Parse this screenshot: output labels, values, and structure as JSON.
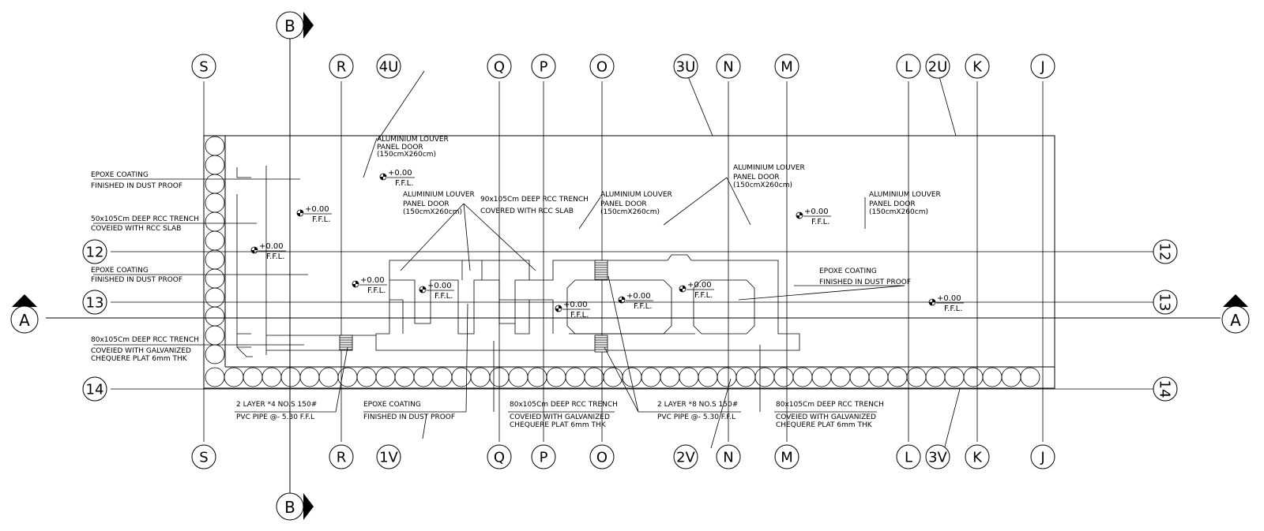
{
  "section_markers": {
    "vertical": "B",
    "horizontal": "A"
  },
  "grid_top": [
    "S",
    "R",
    "4U",
    "Q",
    "P",
    "O",
    "3U",
    "N",
    "M",
    "L",
    "2U",
    "K",
    "J"
  ],
  "grid_bottom": [
    "S",
    "R",
    "1V",
    "Q",
    "P",
    "O",
    "2V",
    "N",
    "M",
    "L",
    "3V",
    "K",
    "J"
  ],
  "grid_rows": [
    "12",
    "13",
    "14"
  ],
  "level_mark": {
    "value": "+0.00",
    "ref": "F.F.L."
  },
  "notes": {
    "epoxy_1a": "EPOXE COATING",
    "epoxy_1b": "FINISHED IN DUST PROOF",
    "trench_1a": "50x105Cm DEEP RCC TRENCH",
    "trench_1b": "COVEIED WITH RCC SLAB",
    "epoxy_2a": "EPOXE COATING",
    "epoxy_2b": "FINISHED IN DUST PROOF",
    "trench_2a": "80x105Cm DEEP RCC TRENCH",
    "trench_2b": "COVEIED WITH GALVANIZED",
    "trench_2c": "CHEQUERE PLAT 6mm THK",
    "louver_1a": "ALUMINIUM LOUVER",
    "louver_1b": "PANEL DOOR",
    "louver_1c": "(150cmX260cm)",
    "louver_2a": "ALUMINIUM LOUVER",
    "louver_2b": "PANEL DOOR",
    "louver_2c": "(150cmX260cm)",
    "trench_3a": "90x105Cm DEEP RCC TRENCH",
    "trench_3b": "COVERED WITH RCC SLAB",
    "louver_3a": "ALUMINIUM LOUVER",
    "louver_3b": "PANEL DOOR",
    "louver_3c": "(150cmX260cm)",
    "louver_4a": "ALUMINIUM LOUVER",
    "louver_4b": "PANEL DOOR",
    "louver_4c": "(150cmX260cm)",
    "louver_5a": "ALUMINIUM LOUVER",
    "louver_5b": "PANEL DOOR",
    "louver_5c": "(150cmX260cm)",
    "epoxy_3a": "EPOXE COATING",
    "epoxy_3b": "FINISHED IN DUST PROOF",
    "pipe_1a": "2 LAYER *4 NO.S 150#",
    "pipe_1b": "PVC PIPE @- 5.30 F.F.L",
    "epoxy_4a": "EPOXE COATING",
    "epoxy_4b": "FINISHED IN DUST PROOF",
    "trench_4a": "80x105Cm DEEP RCC TRENCH",
    "trench_4b": "COVEIED WITH GALVANIZED",
    "trench_4c": "CHEQUERE PLAT 6mm THK",
    "pipe_2a": "2 LAYER *8 NO.S 150#",
    "pipe_2b": "PVC PIPE @- 5.30 F.F.L",
    "trench_5a": "80x105Cm DEEP RCC TRENCH",
    "trench_5b": "COVEIED WITH GALVANIZED",
    "trench_5c": "CHEQUERE PLAT 6mm THK"
  }
}
